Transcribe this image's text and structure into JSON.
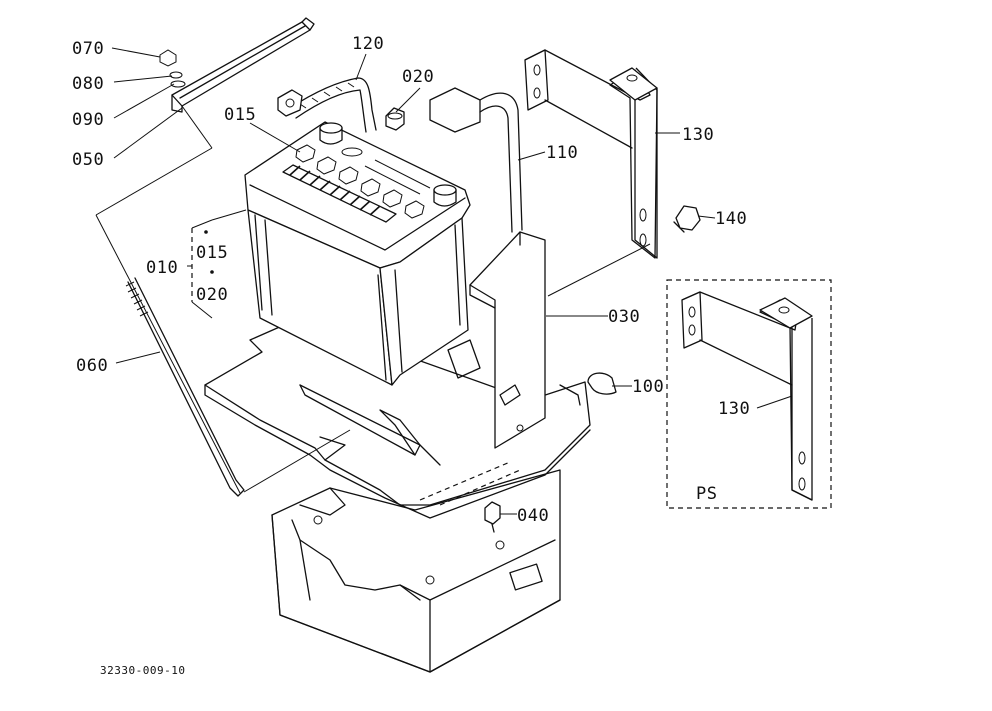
{
  "diagram": {
    "drawing_code": "32330-009-10",
    "inset_label": "PS",
    "labels": [
      {
        "id": "p070",
        "text": "070"
      },
      {
        "id": "p080",
        "text": "080"
      },
      {
        "id": "p090",
        "text": "090"
      },
      {
        "id": "p050",
        "text": "050"
      },
      {
        "id": "p120",
        "text": "120"
      },
      {
        "id": "p020a",
        "text": "020"
      },
      {
        "id": "p015a",
        "text": "015"
      },
      {
        "id": "p110",
        "text": "110"
      },
      {
        "id": "p130a",
        "text": "130"
      },
      {
        "id": "p140",
        "text": "140"
      },
      {
        "id": "p010",
        "text": "010"
      },
      {
        "id": "p015b",
        "text": "015"
      },
      {
        "id": "p020b",
        "text": "020"
      },
      {
        "id": "p030",
        "text": "030"
      },
      {
        "id": "p060",
        "text": "060"
      },
      {
        "id": "p100",
        "text": "100"
      },
      {
        "id": "p130b",
        "text": "130"
      },
      {
        "id": "p040",
        "text": "040"
      }
    ]
  }
}
